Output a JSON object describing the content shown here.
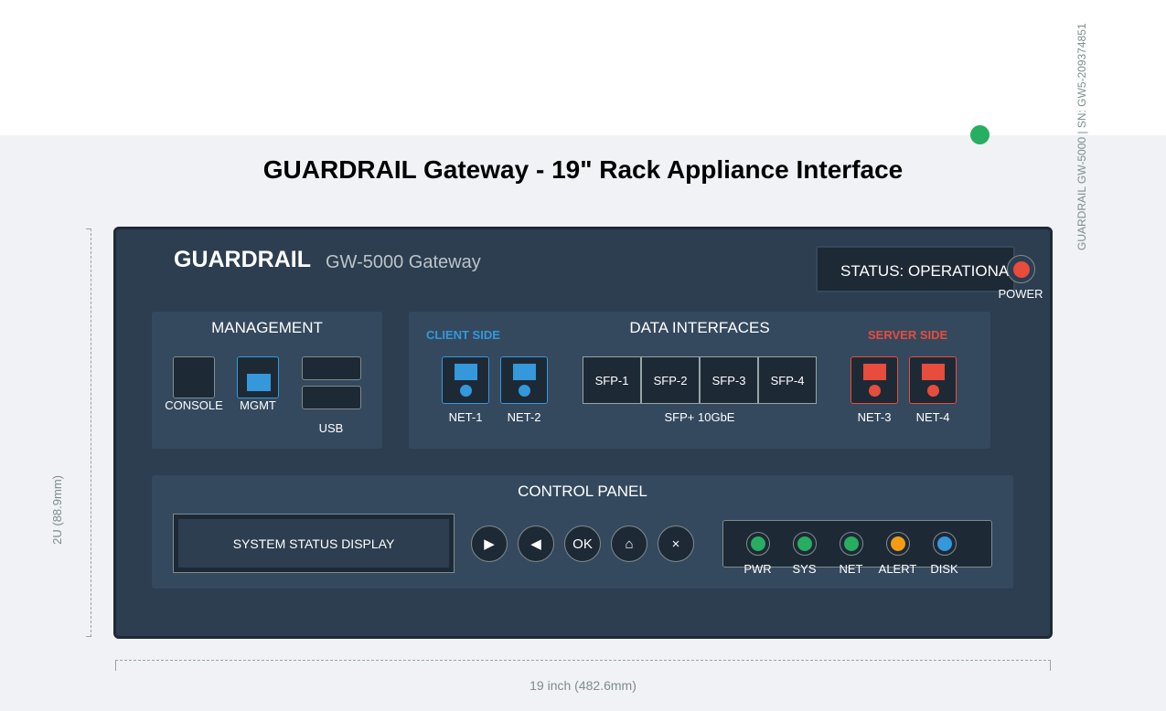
{
  "title": "GUARDRAIL Gateway - 19\" Rack Appliance Interface",
  "side_label": "GUARDRAIL GW-5000 | SN: GW5-209374851",
  "height_label": "2U (88.9mm)",
  "width_label": "19 inch (482.6mm)",
  "brand": "GUARDRAIL",
  "model": "GW-5000 Gateway",
  "status": "STATUS: OPERATIONAL",
  "power_label": "POWER",
  "colors": {
    "chassis": "#2c3e50",
    "panel": "#34495e",
    "client": "#3498db",
    "server": "#e74c3c",
    "ok": "#27ae60",
    "alert": "#f39c12"
  },
  "management": {
    "title": "MANAGEMENT",
    "console": "CONSOLE",
    "mgmt": "MGMT",
    "usb": "USB"
  },
  "data": {
    "title": "DATA INTERFACES",
    "client": "CLIENT SIDE",
    "server": "SERVER SIDE",
    "net": [
      "NET-1",
      "NET-2",
      "NET-3",
      "NET-4"
    ],
    "sfp": [
      "SFP-1",
      "SFP-2",
      "SFP-3",
      "SFP-4"
    ],
    "sfp_label": "SFP+ 10GbE"
  },
  "control": {
    "title": "CONTROL PANEL",
    "display": "SYSTEM STATUS DISPLAY",
    "buttons": [
      "▶",
      "◀",
      "OK",
      "⌂",
      "×"
    ],
    "leds": [
      {
        "label": "PWR",
        "color": "#27ae60"
      },
      {
        "label": "SYS",
        "color": "#27ae60"
      },
      {
        "label": "NET",
        "color": "#27ae60"
      },
      {
        "label": "ALERT",
        "color": "#f39c12"
      },
      {
        "label": "DISK",
        "color": "#3498db"
      }
    ]
  }
}
